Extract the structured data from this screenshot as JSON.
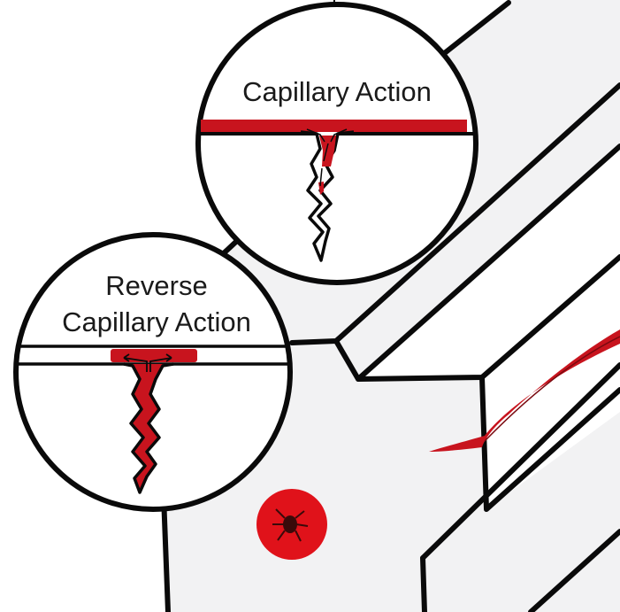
{
  "labels": {
    "capillary_action": "Capillary Action",
    "reverse_line1": "Reverse",
    "reverse_line2": "Capillary Action"
  },
  "colors": {
    "fluid_red": "#c8141e",
    "stain_red": "#e0121a",
    "outline": "#0a0a0a",
    "surface": "#f2f2f3"
  }
}
